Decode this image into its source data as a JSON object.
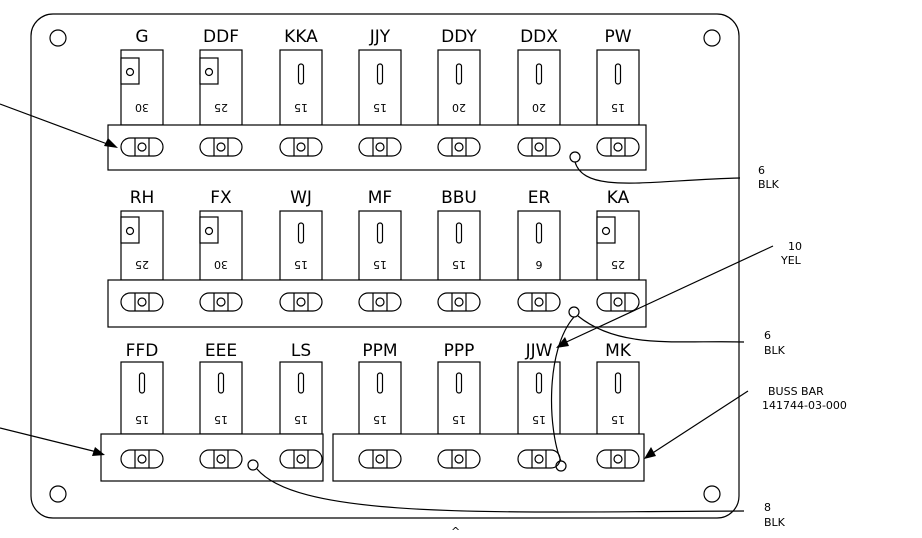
{
  "fuses": {
    "row1": [
      {
        "name": "G",
        "amp": "30",
        "style": "square"
      },
      {
        "name": "DDF",
        "amp": "25",
        "style": "square"
      },
      {
        "name": "KKA",
        "amp": "15",
        "style": "bar"
      },
      {
        "name": "JJY",
        "amp": "15",
        "style": "bar"
      },
      {
        "name": "DDY",
        "amp": "20",
        "style": "bar"
      },
      {
        "name": "DDX",
        "amp": "20",
        "style": "bar"
      },
      {
        "name": "PW",
        "amp": "15",
        "style": "bar"
      }
    ],
    "row2": [
      {
        "name": "RH",
        "amp": "25",
        "style": "square"
      },
      {
        "name": "FX",
        "amp": "30",
        "style": "square"
      },
      {
        "name": "WJ",
        "amp": "15",
        "style": "bar"
      },
      {
        "name": "MF",
        "amp": "15",
        "style": "bar"
      },
      {
        "name": "BBU",
        "amp": "15",
        "style": "bar"
      },
      {
        "name": "ER",
        "amp": "6",
        "style": "bar"
      },
      {
        "name": "KA",
        "amp": "25",
        "style": "square"
      }
    ],
    "row3": [
      {
        "name": "FFD",
        "amp": "15",
        "style": "bar"
      },
      {
        "name": "EEE",
        "amp": "15",
        "style": "bar"
      },
      {
        "name": "LS",
        "amp": "15",
        "style": "bar"
      },
      {
        "name": "PPM",
        "amp": "15",
        "style": "bar"
      },
      {
        "name": "PPP",
        "amp": "15",
        "style": "bar"
      },
      {
        "name": "JJW",
        "amp": "15",
        "style": "bar"
      },
      {
        "name": "MK",
        "amp": "15",
        "style": "bar"
      }
    ]
  },
  "callouts": {
    "blk6_top": {
      "line1": "6",
      "line2": "BLK"
    },
    "yel10": {
      "line1": "10",
      "line2": "YEL"
    },
    "blk6_mid": {
      "line1": "6",
      "line2": "BLK"
    },
    "buss_bar": {
      "line1": "BUSS BAR",
      "line2": "141744-03-000"
    },
    "blk8": {
      "line1": "8",
      "line2": "BLK"
    }
  },
  "footer_mark": "^"
}
